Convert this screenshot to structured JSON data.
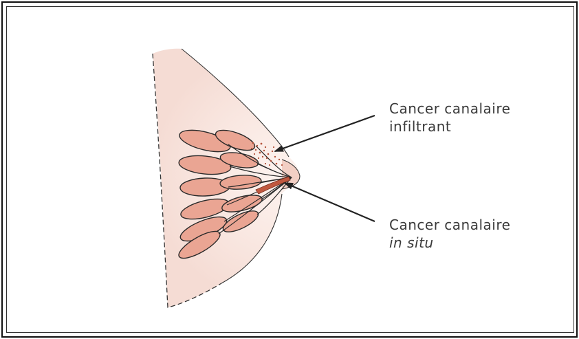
{
  "labels": {
    "infiltrant": {
      "line1": "Cancer canalaire",
      "line2": "infiltrant"
    },
    "in_situ": {
      "line1": "Cancer canalaire",
      "line2": "in situ"
    }
  },
  "colors": {
    "breast_fill": "#f8e6e0",
    "lobule_fill": "#eaa593",
    "lobule_stroke": "#2a2a2a",
    "arrow": "#222222",
    "dots": "#b5563e"
  }
}
